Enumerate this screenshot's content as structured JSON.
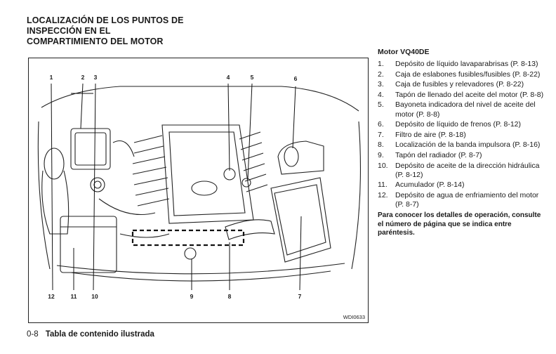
{
  "page": {
    "heading_lines": [
      "LOCALIZACIÓN DE LOS PUNTOS DE",
      "INSPECCIÓN EN EL",
      "COMPARTIMIENTO DEL MOTOR"
    ],
    "footer": {
      "page_number": "0-8",
      "title": "Tabla de contenido ilustrada"
    }
  },
  "figure": {
    "code": "WDI0633",
    "callouts_top": [
      "1",
      "2",
      "3",
      "4",
      "5",
      "6"
    ],
    "callouts_bottom": [
      "12",
      "11",
      "10",
      "9",
      "8",
      "7"
    ]
  },
  "sidebar": {
    "title": "Motor VQ40DE",
    "items": [
      {
        "num": "1.",
        "text": "Depósito de líquido lavaparabrisas (P. 8-13)"
      },
      {
        "num": "2.",
        "text": "Caja de eslabones fusibles/fusibles (P. 8-22)"
      },
      {
        "num": "3.",
        "text": "Caja de fusibles y relevadores (P. 8-22)"
      },
      {
        "num": "4.",
        "text": "Tapón de llenado del aceite del motor (P. 8-8)"
      },
      {
        "num": "5.",
        "text": "Bayoneta indicadora del nivel de aceite del motor (P. 8-8)"
      },
      {
        "num": "6.",
        "text": "Depósito de líquido de frenos (P. 8-12)"
      },
      {
        "num": "7.",
        "text": "Filtro de aire (P. 8-18)"
      },
      {
        "num": "8.",
        "text": "Localización de la banda impulsora (P. 8-16)"
      },
      {
        "num": "9.",
        "text": "Tapón del radiador (P. 8-7)"
      },
      {
        "num": "10.",
        "text": "Depósito de aceite de la dirección hidráulica (P. 8-12)"
      },
      {
        "num": "11.",
        "text": "Acumulador (P. 8-14)"
      },
      {
        "num": "12.",
        "text": "Depósito de agua de enfriamiento del motor (P. 8-7)"
      }
    ],
    "note": "Para conocer los detalles de operación, consulte el número de página que se indica entre paréntesis."
  }
}
